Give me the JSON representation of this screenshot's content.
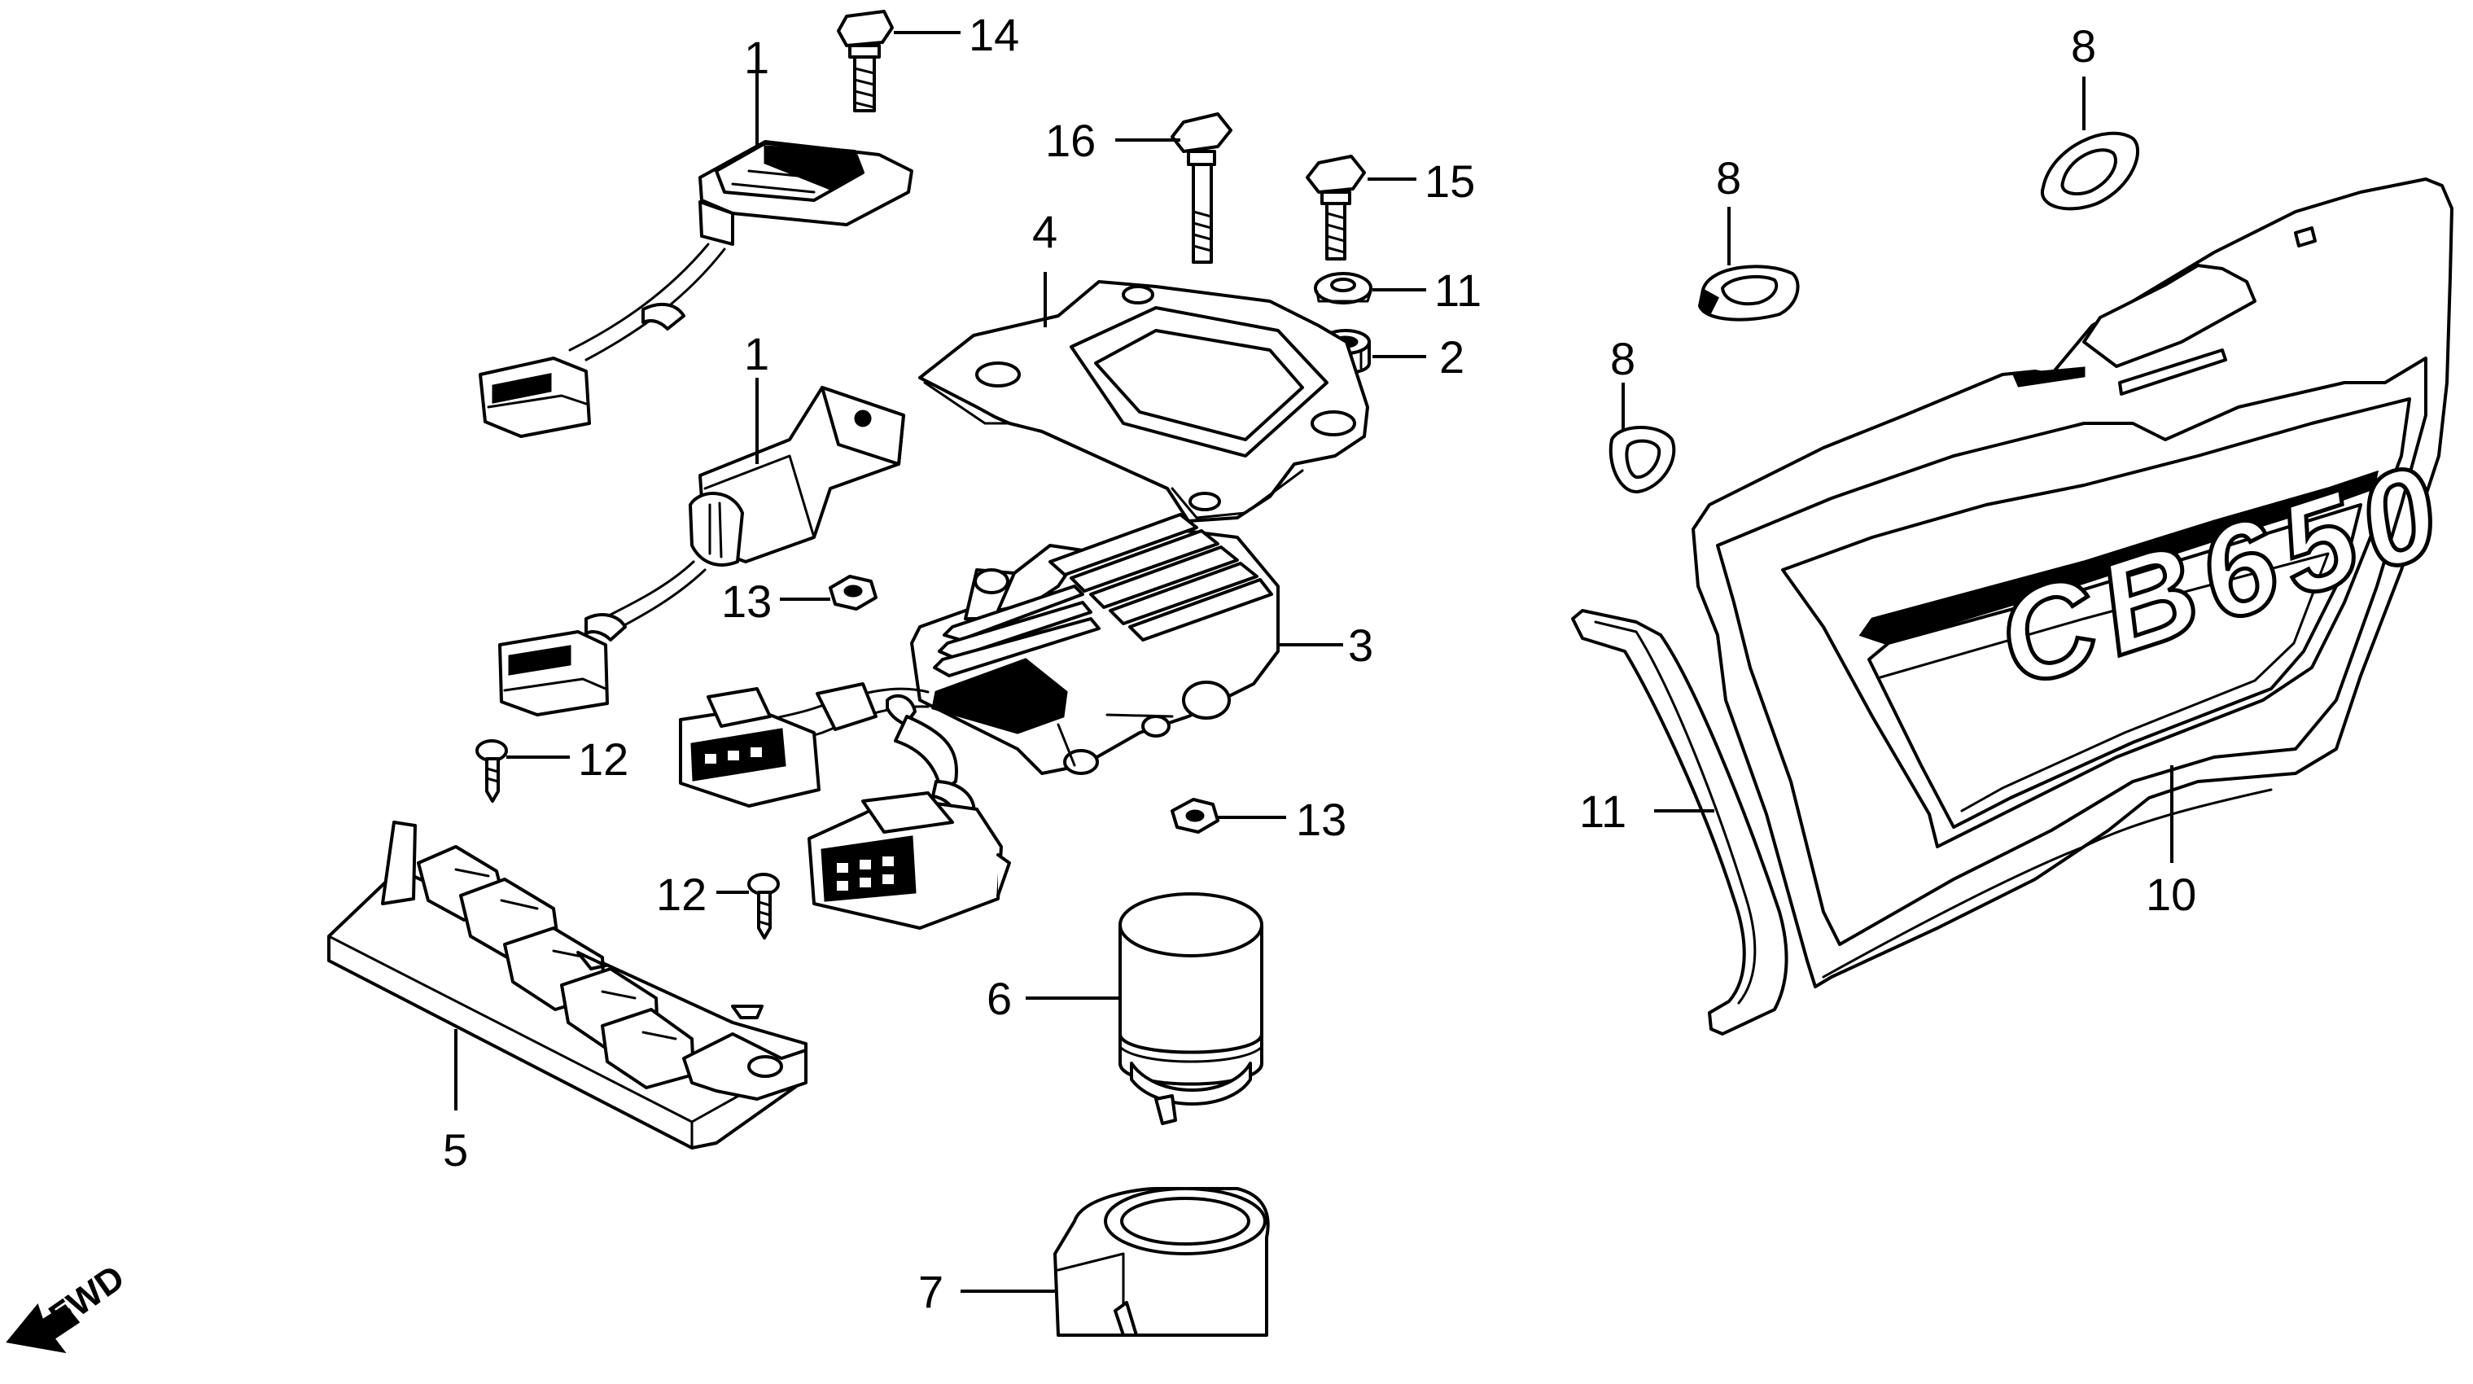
{
  "callouts": [
    {
      "label": "1"
    },
    {
      "label": "1"
    },
    {
      "label": "2"
    },
    {
      "label": "3"
    },
    {
      "label": "4"
    },
    {
      "label": "5"
    },
    {
      "label": "6"
    },
    {
      "label": "7"
    },
    {
      "label": "8"
    },
    {
      "label": "8"
    },
    {
      "label": "8"
    },
    {
      "label": "10"
    },
    {
      "label": "11"
    },
    {
      "label": "11"
    },
    {
      "label": "12"
    },
    {
      "label": "12"
    },
    {
      "label": "13"
    },
    {
      "label": "13"
    },
    {
      "label": "14"
    },
    {
      "label": "15"
    },
    {
      "label": "16"
    }
  ],
  "logo": {
    "text": "CB650"
  },
  "direction": {
    "label": "FWD"
  }
}
